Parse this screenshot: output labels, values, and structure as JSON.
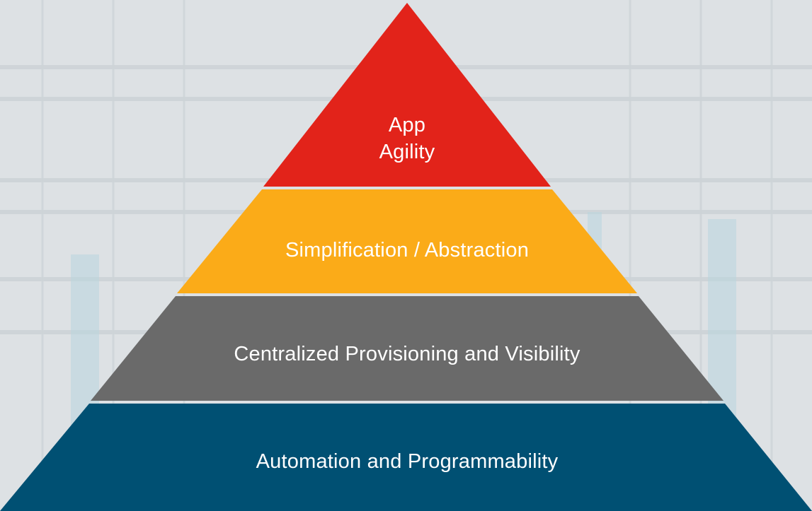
{
  "diagram": {
    "layers": [
      {
        "id": "app-agility",
        "lines": [
          "App",
          "Agility"
        ],
        "color": "#e2231a"
      },
      {
        "id": "simplification",
        "lines": [
          "Simplification / Abstraction"
        ],
        "color": "#fbab18"
      },
      {
        "id": "centralized",
        "lines": [
          "Centralized Provisioning and Visibility"
        ],
        "color": "#6a6a6a"
      },
      {
        "id": "automation",
        "lines": [
          "Automation and Programmability"
        ],
        "color": "#005073"
      }
    ],
    "background_color": "#dfe3e6",
    "separator_color": "#ffffff"
  }
}
